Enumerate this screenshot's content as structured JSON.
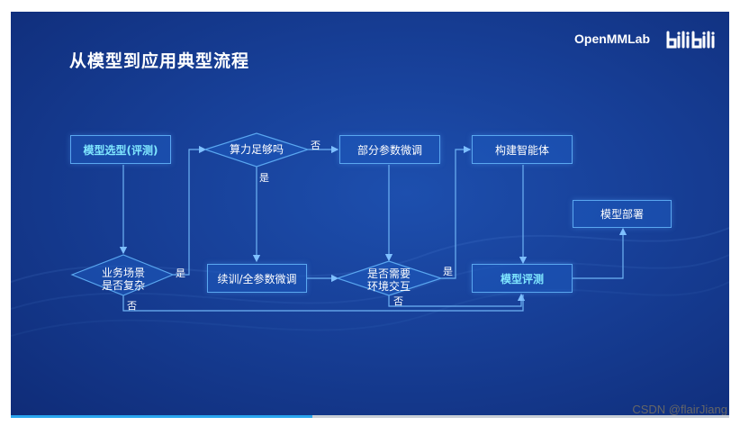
{
  "slide": {
    "title": "从模型到应用典型流程",
    "brand": "OpenMMLab"
  },
  "nodes": {
    "select": "模型选型(评测)",
    "enough_compute": "算力足够吗",
    "partial_finetune": "部分参数微调",
    "build_agent": "构建智能体",
    "deploy": "模型部署",
    "business_complex": "业务场景\n是否复杂",
    "full_finetune": "续训/全参数微调",
    "env_interact": "是否需要\n环境交互",
    "eval": "模型评测"
  },
  "edges": {
    "yes1": "是",
    "no1": "否",
    "yes2": "是",
    "no2": "否",
    "yes3": "是",
    "no3": "否"
  },
  "watermark": "CSDN @flairJiang",
  "colors": {
    "bg_dark": "#0f2c78",
    "bg_mid": "#1d4fae",
    "line": "#5aa7f0",
    "highlight_text": "#7fe6ff",
    "progress": "#2aa6ef"
  },
  "progress": {
    "fraction": 0.42
  }
}
